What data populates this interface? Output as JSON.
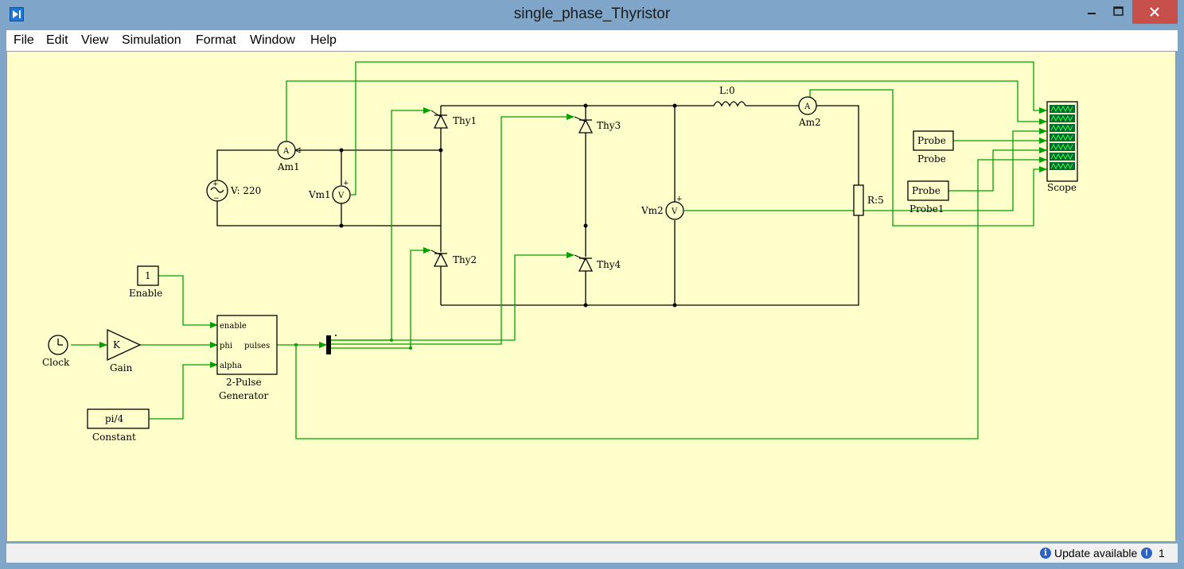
{
  "window": {
    "title": "single_phase_Thyristor"
  },
  "menu": [
    "File",
    "Edit",
    "View",
    "Simulation",
    "Format",
    "Window",
    "Help"
  ],
  "status": {
    "update_text": "Update available",
    "notification_count": "1"
  },
  "blocks": {
    "voltage_source": "V: 220",
    "am1": "Am1",
    "am2": "Am2",
    "vm1": "Vm1",
    "vm2": "Vm2",
    "thy1": "Thy1",
    "thy2": "Thy2",
    "thy3": "Thy3",
    "thy4": "Thy4",
    "inductor": "L:0",
    "resistor": "R:5",
    "probe_box": "Probe",
    "probe_label": "Probe",
    "probe1_box": "Probe",
    "probe1_label": "Probe1",
    "scope": "Scope",
    "enable_value": "1",
    "enable_label": "Enable",
    "clock": "Clock",
    "gain_symbol": "K",
    "gain": "Gain",
    "pulse_port_enable": "enable",
    "pulse_port_phi": "phi",
    "pulse_port_pulses": "pulses",
    "pulse_port_alpha": "alpha",
    "pulse_title_1": "2-Pulse",
    "pulse_title_2": "Generator",
    "constant_value": "pi/4",
    "constant_label": "Constant",
    "ammeter_symbol": "A",
    "voltmeter_symbol": "V"
  },
  "colors": {
    "signal_line": "#00a000",
    "electrical_line": "#000000",
    "canvas": "#ffffcc"
  }
}
